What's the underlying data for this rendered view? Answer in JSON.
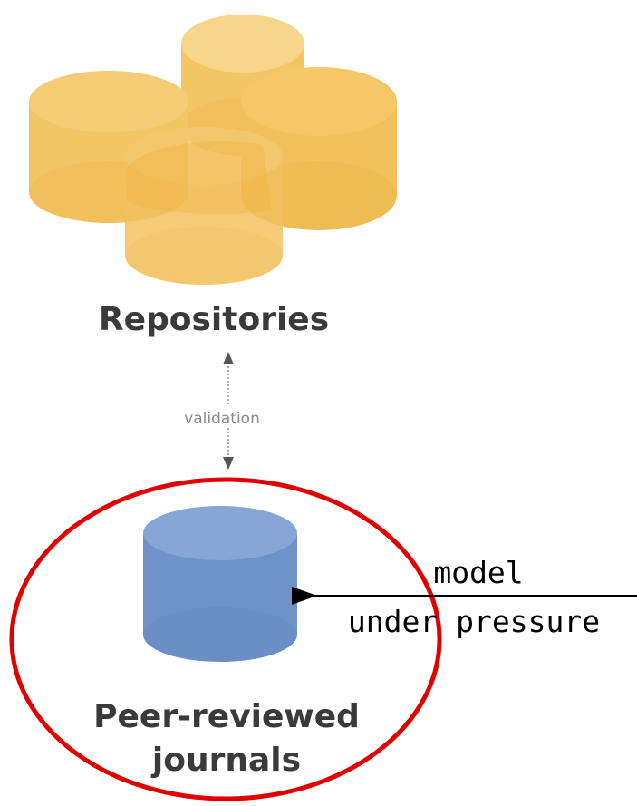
{
  "diagram": {
    "repositories_label": "Repositories",
    "validation_label": "validation",
    "journals_label_line1": "Peer-reviewed",
    "journals_label_line2": "journals",
    "annotation_line1": "model",
    "annotation_line2": "under pressure"
  },
  "colors": {
    "repository_fill": "#f3c25a",
    "repository_top": "#f7d283",
    "journal_fill": "#6f93c9",
    "journal_top": "#86a6d6",
    "highlight_ellipse": "#e00000",
    "connector": "#999999",
    "arrow": "#000000"
  }
}
